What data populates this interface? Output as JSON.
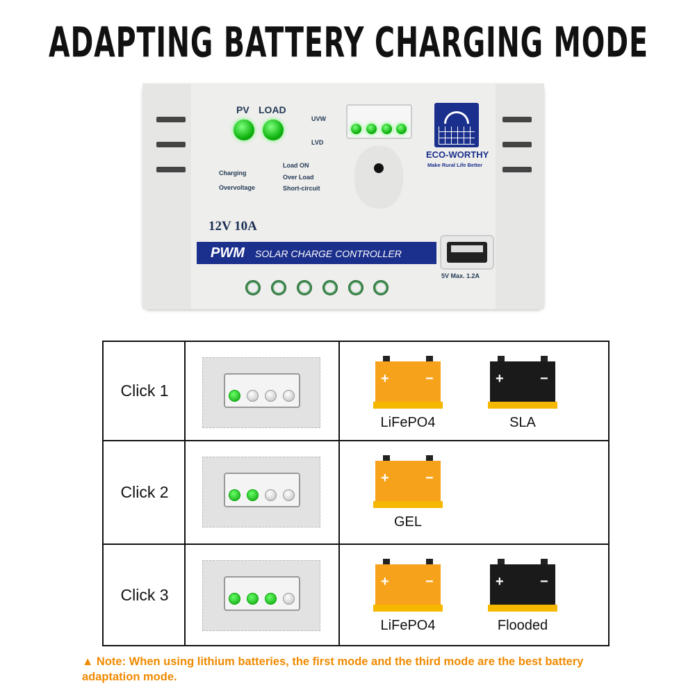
{
  "title": "ADAPTING BATTERY CHARGING MODE",
  "device": {
    "pv": "PV",
    "load": "LOAD",
    "uvw": "UVW",
    "lvd": "LVD",
    "charging": "Charging",
    "overvoltage": "Overvoltage",
    "load_on": "Load ON",
    "over_load": "Over Load",
    "short_circuit": "Short-circuit",
    "brand": "ECO-WORTHY",
    "slogan": "Make Rural Life Better",
    "rating": "12V 10A",
    "pwm": "PWM",
    "band_text": "SOLAR CHARGE CONTROLLER",
    "usb_rating": "5V   Max. 1.2A",
    "colors": {
      "band": "#1b2f8c",
      "led": "#11b511"
    }
  },
  "rows": [
    {
      "label": "Click 1",
      "leds_on": 1,
      "batteries": [
        {
          "name": "LiFePO4",
          "color": "#f7a21b"
        },
        {
          "name": "SLA",
          "color": "#1a1a1a"
        }
      ]
    },
    {
      "label": "Click 2",
      "leds_on": 2,
      "batteries": [
        {
          "name": "GEL",
          "color": "#f7a21b"
        }
      ]
    },
    {
      "label": "Click 3",
      "leds_on": 3,
      "batteries": [
        {
          "name": "LiFePO4",
          "color": "#f7a21b"
        },
        {
          "name": "Flooded",
          "color": "#1a1a1a"
        }
      ]
    }
  ],
  "note": {
    "icon": "warning-triangle-icon",
    "text": "Note: When using lithium batteries, the first mode and the third mode are the best battery adaptation mode.",
    "color": "#f08a00"
  }
}
